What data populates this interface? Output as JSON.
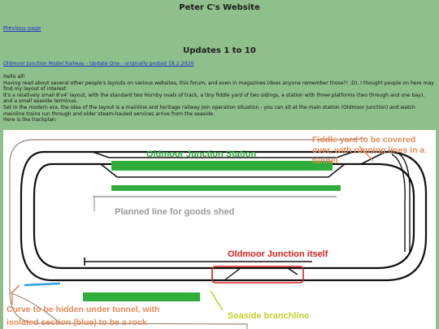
{
  "site": {
    "title": "Peter C's Website"
  },
  "nav": {
    "previous_label": "Previous page"
  },
  "page": {
    "heading": "Updates 1 to 10"
  },
  "post": {
    "title_link": "Oldmoor Junction Model Railway - Update One - originally posted 18.2.2020",
    "lines": [
      "Hello all!",
      "Having read about several other people's layouts on various websites, this forum, and even in magazines (does anyone remember those?! :D), I thought people on here may find my layout of interest.",
      "It's a relatively small 8'x4' layout, with the standard two Hornby ovals of track, a tiny fiddle yard of two sidings, a station with three platforms (two through and one bay), and a small seaside terminus.",
      "Set in the modern era, the idea of the layout is a mainline and heritage railway join operation situation - you can sit at the main station (Oldmoor Junction) and watch mainline trains run through and older steam-hauled services arrive from the seaside.",
      "Here is the trackplan:"
    ]
  },
  "trackplan": {
    "labels": {
      "station": "Oldmoor Junction Station",
      "fiddle_yard": [
        "Fiddle yard to be covered",
        "over, with running lines in a",
        "tunnel"
      ],
      "goods_shed": "Planned line for goods shed",
      "junction": "Oldmoor Junction itself",
      "curve": [
        "Curve to be hidden under tunnel, with",
        "isolated section (blue) to be a rock"
      ],
      "seaside": "Seaside branchline"
    },
    "colors": {
      "platform": "#2fae3c",
      "annotation": "#e88a57",
      "junction": "#d9221c",
      "goods_line": "#9a9a9a",
      "isolated_section": "#2aa0d6",
      "seaside_arrow": "#c3d12e",
      "track": "#111111"
    }
  }
}
